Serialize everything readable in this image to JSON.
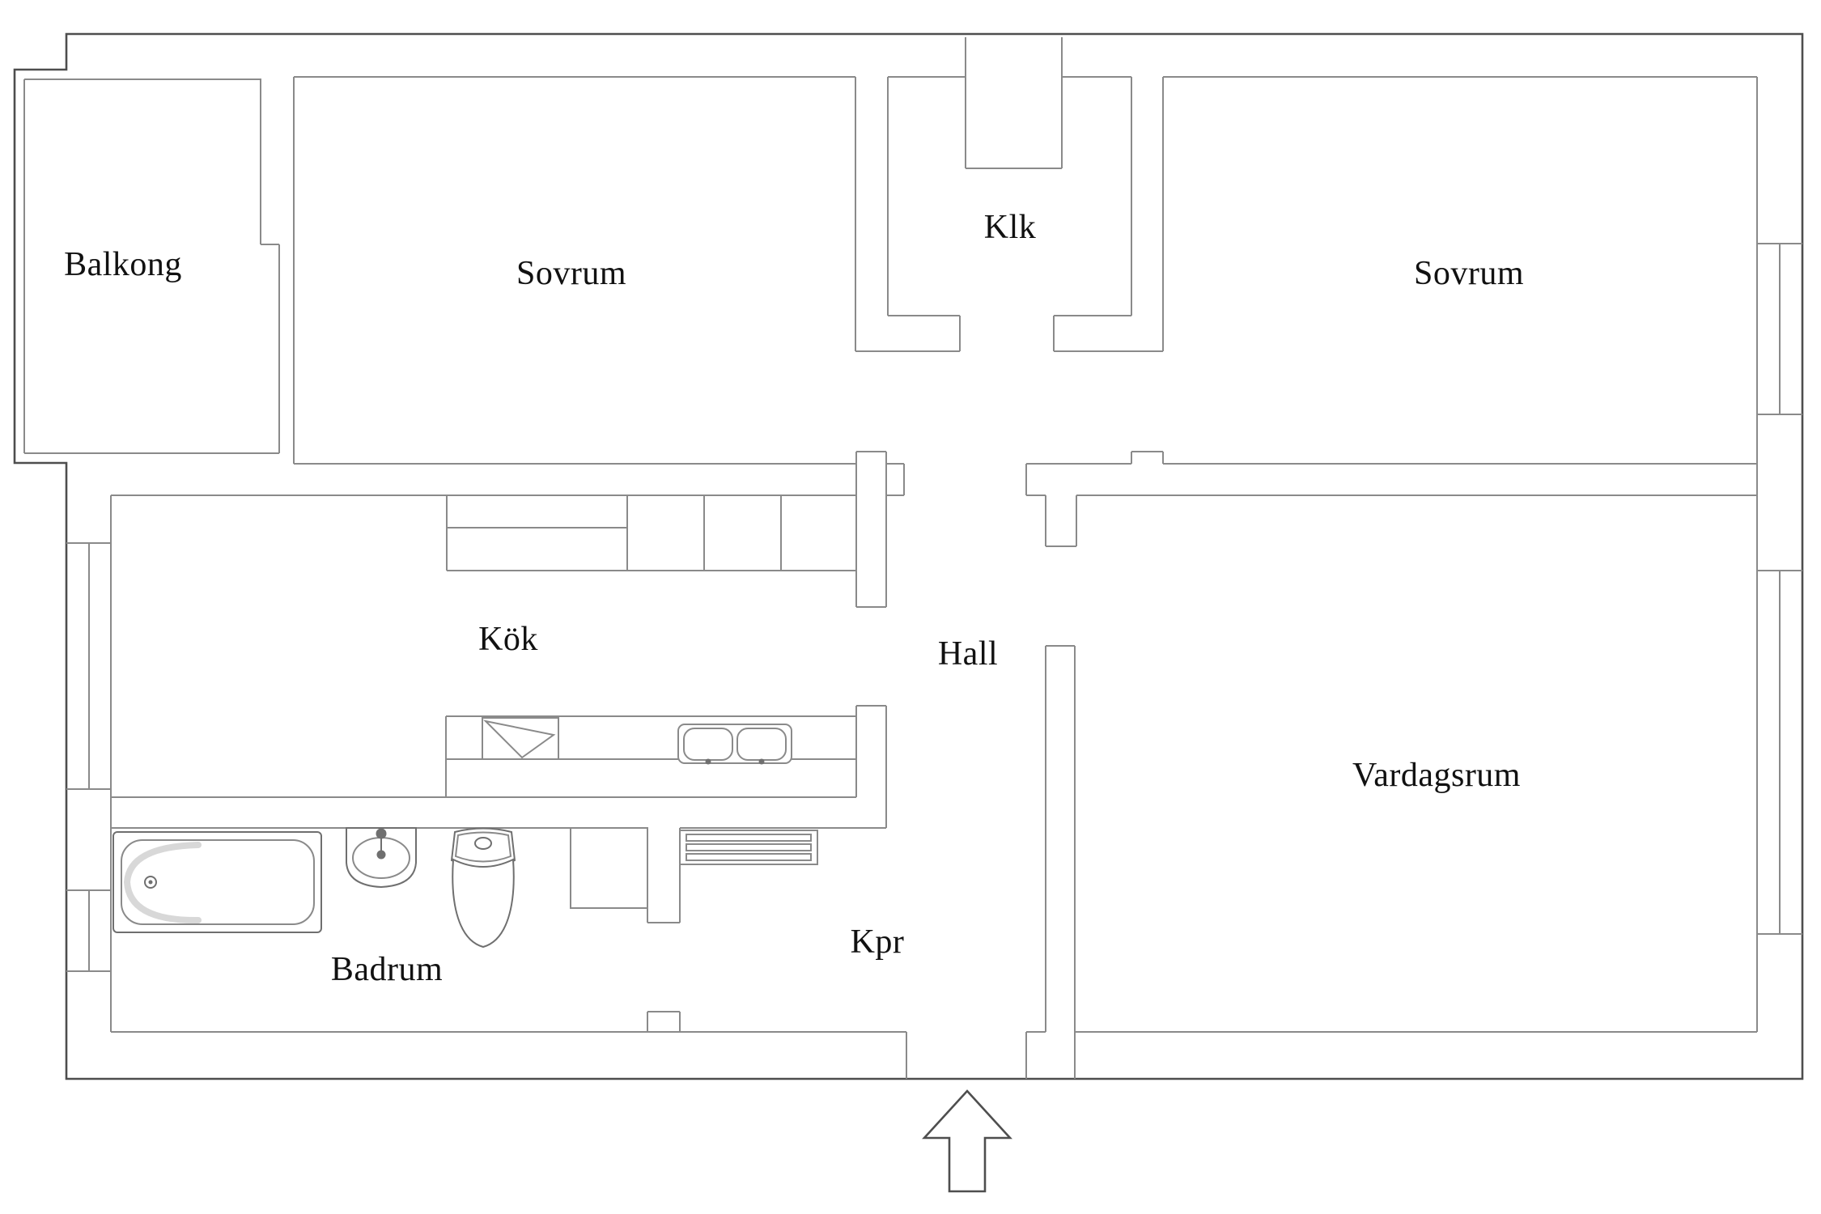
{
  "drawing": {
    "type": "apartment-floor-plan",
    "background_color": "#ffffff",
    "wall_color_outer": "#4e4e4e",
    "wall_color_inner": "#8a8a8a",
    "label_color": "#111111"
  },
  "rooms": [
    {
      "id": "balkong",
      "label": "Balkong"
    },
    {
      "id": "sovrum-1",
      "label": "Sovrum"
    },
    {
      "id": "klk",
      "label": "Klk"
    },
    {
      "id": "sovrum-2",
      "label": "Sovrum"
    },
    {
      "id": "kok",
      "label": "Kök"
    },
    {
      "id": "hall",
      "label": "Hall"
    },
    {
      "id": "vardagsrum",
      "label": "Vardagsrum"
    },
    {
      "id": "badrum",
      "label": "Badrum"
    },
    {
      "id": "kpr",
      "label": "Kpr"
    }
  ],
  "fixtures": [
    {
      "id": "bathtub",
      "name": "bathtub"
    },
    {
      "id": "washbasin",
      "name": "washbasin"
    },
    {
      "id": "toilet",
      "name": "toilet"
    },
    {
      "id": "kitchen-sink",
      "name": "double kitchen sink"
    },
    {
      "id": "stove",
      "name": "stove / fold-out unit"
    },
    {
      "id": "cabinet-row",
      "name": "kitchen wall cabinets"
    },
    {
      "id": "counter",
      "name": "kitchen counter"
    },
    {
      "id": "radiator",
      "name": "slatted shelf / radiator"
    },
    {
      "id": "closet-box",
      "name": "closet"
    }
  ],
  "entrance": {
    "symbol": "up-arrow",
    "meaning": "entrance direction"
  },
  "windows_count": 4
}
